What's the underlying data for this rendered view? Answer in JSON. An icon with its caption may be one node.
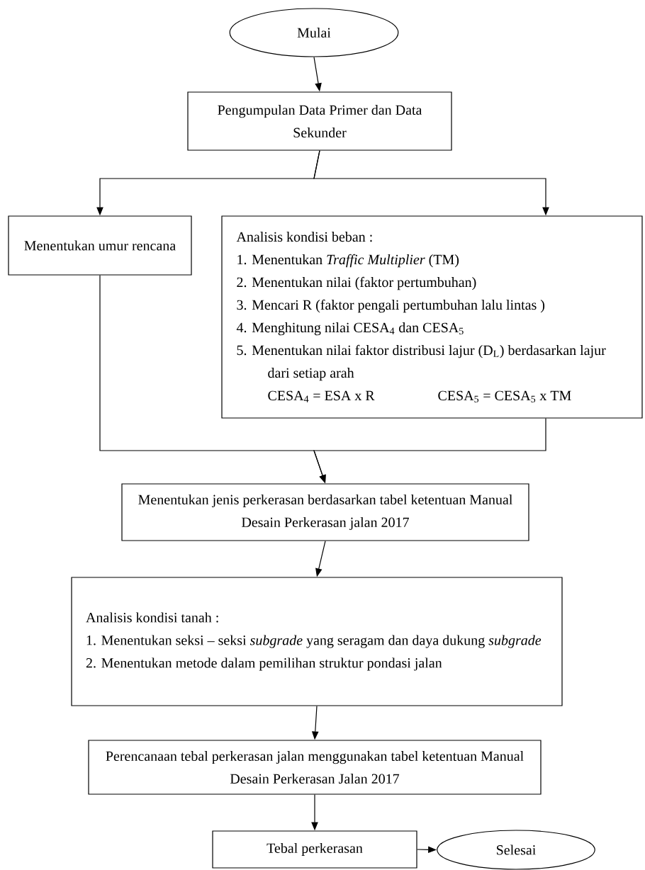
{
  "diagram": {
    "nodes": [
      {
        "text": [
          "Mulai"
        ]
      },
      {
        "text": [
          "Pengumpulan Data Primer dan Data Sekunder"
        ]
      },
      {
        "text": [
          "Menentukan umur rencana"
        ]
      },
      {
        "text": [
          "Analisis kondisi beban :",
          "1. Menentukan *Traffic Multiplier* (TM)",
          "2. Menentukan nilai (faktor pertumbuhan)",
          "3. Mencari R (faktor pengali pertumbuhan lalu lintas )",
          "4. Menghitung nilai CESA$_{4}$ dan CESA$_{5}$",
          "5. Menentukan nilai faktor distribusi lajur (D$_{L}$) berdasarkan lajur dari setiap arah",
          "CESA$_{4}$ = ESA x R",
          "CESA$_{5}$ = CESA$_{5}$ x TM"
        ]
      },
      {
        "text": [
          "Menentukan jenis perkerasan berdasarkan tabel ketentuan Manual Desain Perkerasan jalan 2017"
        ]
      },
      {
        "text": [
          "Analisis kondisi tanah :",
          "1. Menentukan seksi – seksi *subgrade* yang seragam dan daya dukung *subgrade*",
          "2. Menentukan metode dalam pemilihan struktur pondasi jalan"
        ]
      },
      {
        "text": [
          "Perencanaan tebal perkerasan jalan menggunakan tabel ketentuan Manual Desain Perkerasan Jalan 2017"
        ]
      },
      {
        "text": [
          "Tebal perkerasan"
        ]
      },
      {
        "text": [
          "Selesai"
        ]
      }
    ],
    "edges": [
      {
        "from": 0,
        "to": 1,
        "arrow": "to"
      },
      {
        "from": 1,
        "to": 2,
        "arrow": "to"
      },
      {
        "from": 1,
        "to": 3,
        "arrow": "to"
      },
      {
        "from": 2,
        "to": 4,
        "arrow": "to"
      },
      {
        "from": 3,
        "to": 4,
        "arrow": "to"
      },
      {
        "from": 4,
        "to": 5,
        "arrow": "to"
      },
      {
        "from": 5,
        "to": 6,
        "arrow": "to"
      },
      {
        "from": 6,
        "to": 7,
        "arrow": "to"
      },
      {
        "from": 7,
        "to": 8,
        "arrow": "to"
      }
    ]
  }
}
